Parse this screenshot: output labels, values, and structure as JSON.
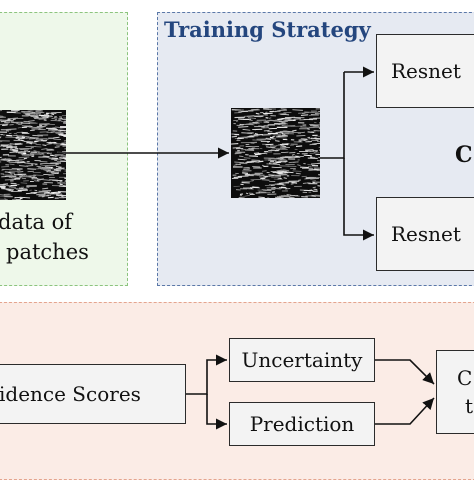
{
  "input_panel": {
    "caption_line1": "data of",
    "caption_line2": "patches"
  },
  "training_panel": {
    "title": "Training Strategy",
    "resnet_top": "Resnet",
    "resnet_bottom": "Resnet",
    "partial_letter": "C"
  },
  "bottom_panel": {
    "scores_label": "idence Scores",
    "uncertainty_label": "Uncertainty",
    "prediction_label": "Prediction",
    "output_line1": "C",
    "output_line2": "t"
  },
  "colors": {
    "input_panel_fill": "#eef8ea",
    "input_panel_border": "#8cc47e",
    "training_panel_fill": "#e6eaf2",
    "training_panel_border": "#5b78a8",
    "title_color": "#24467e",
    "bottom_panel_fill": "#fbece6",
    "bottom_panel_border": "#e4a48e"
  }
}
